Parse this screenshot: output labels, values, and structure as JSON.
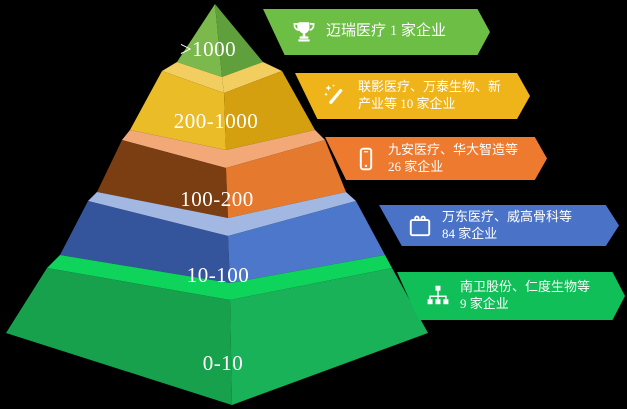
{
  "background_color": "#000000",
  "chart_data": {
    "type": "pyramid",
    "tiers": [
      {
        "range": ">1000",
        "label_lines": [
          "迈瑞医疗 1 家企业",
          ""
        ],
        "company_count": 1,
        "icon": "trophy-icon",
        "banner_color": "#6CBE45",
        "face_left": "#7BB94C",
        "face_right": "#5FA03C"
      },
      {
        "range": "200-1000",
        "label_lines": [
          "联影医疗、万泰生物、新",
          "产业等 10 家企业"
        ],
        "company_count": 10,
        "icon": "magic-wand-icon",
        "banner_color": "#EFB41A",
        "face_left": "#E9BC28",
        "face_right": "#D5A00F",
        "rim": "#F2CE60"
      },
      {
        "range": "100-200",
        "label_lines": [
          "九安医疗、华大智造等",
          "26 家企业"
        ],
        "company_count": 26,
        "icon": "smartphone-icon",
        "banner_color": "#ED7A2F",
        "face_left": "#7B3D12",
        "face_right": "#E57A2E",
        "rim": "#F2A977"
      },
      {
        "range": "10-100",
        "label_lines": [
          "万东医疗、威高骨科等",
          "84 家企业"
        ],
        "company_count": 84,
        "icon": "calendar-icon",
        "banner_color": "#4A73C8",
        "face_left": "#34549B",
        "face_right": "#4C77CB",
        "rim": "#A2B8E3"
      },
      {
        "range": "0-10",
        "label_lines": [
          "南卫股份、仁度生物等",
          "9 家企业"
        ],
        "company_count": 9,
        "icon": "org-chart-icon",
        "banner_color": "#10BF57",
        "face_left": "#17A14C",
        "face_right": "#19B258",
        "rim": "#0FD45C"
      }
    ]
  }
}
